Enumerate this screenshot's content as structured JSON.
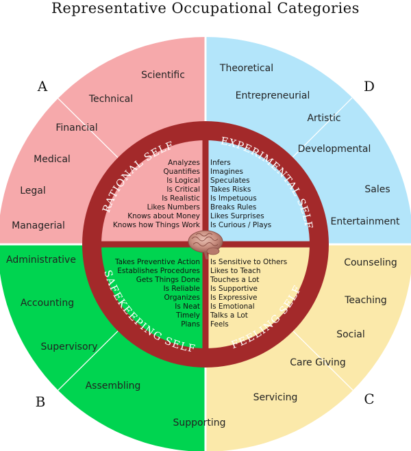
{
  "title": "Representative Occupational Categories",
  "colors": {
    "pink": "#f6a9ab",
    "blue": "#b3e5fa",
    "green": "#00d450",
    "yellow": "#fbe9aa",
    "ring": "#a3292a"
  },
  "quadrants": {
    "a": {
      "letter": "A",
      "self_label": "RATIONAL SELF",
      "occupations": [
        "Scientific",
        "Technical",
        "Financial",
        "Medical",
        "Legal",
        "Managerial"
      ],
      "traits": [
        "Analyzes",
        "Quantifies",
        "Is Logical",
        "Is Critical",
        "Is Realistic",
        "Likes Numbers",
        "Knows about Money",
        "Knows how Things Work"
      ]
    },
    "d": {
      "letter": "D",
      "self_label": "EXPERIMENTAL SELF",
      "occupations": [
        "Theoretical",
        "Entrepreneurial",
        "Artistic",
        "Developmental",
        "Sales",
        "Entertainment"
      ],
      "traits": [
        "Infers",
        "Imagines",
        "Speculates",
        "Takes Risks",
        "Is Impetuous",
        "Breaks Rules",
        "Likes Surprises",
        "Is Curious / Plays"
      ]
    },
    "b": {
      "letter": "B",
      "self_label": "SAFEKEEPING SELF",
      "occupations": [
        "Administrative",
        "Accounting",
        "Supervisory",
        "Assembling",
        "Supporting"
      ],
      "traits": [
        "Takes Preventive Action",
        "Establishes Procedures",
        "Gets Things Done",
        "Is Reliable",
        "Organizes",
        "Is Neat",
        "Timely",
        "Plans"
      ]
    },
    "c": {
      "letter": "C",
      "self_label": "FEELING SELF",
      "occupations": [
        "Counseling",
        "Teaching",
        "Social",
        "Care Giving",
        "Servicing"
      ],
      "traits": [
        "Is Sensitive to Others",
        "Likes to Teach",
        "Touches a Lot",
        "Is Supportive",
        "Is Expressive",
        "Is Emotional",
        "Talks a Lot",
        "Feels"
      ]
    }
  },
  "center_icon": "brain-icon"
}
